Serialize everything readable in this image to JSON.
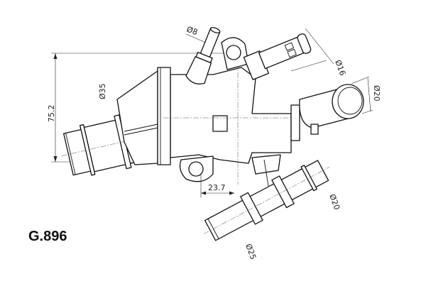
{
  "part_code": "G.896",
  "dimensions": {
    "height": "75.2",
    "offset": "23.7",
    "nipple_diameter": "Ø8",
    "sensor_diameter": "Ø16",
    "right_outlet_diameter": "Ø20",
    "inlet_diameter": "Ø35",
    "lower_outlet_diameter": "Ø20",
    "lower_pipe_diameter": "Ø25"
  },
  "colors": {
    "line": "#111111",
    "background": "#ffffff"
  }
}
